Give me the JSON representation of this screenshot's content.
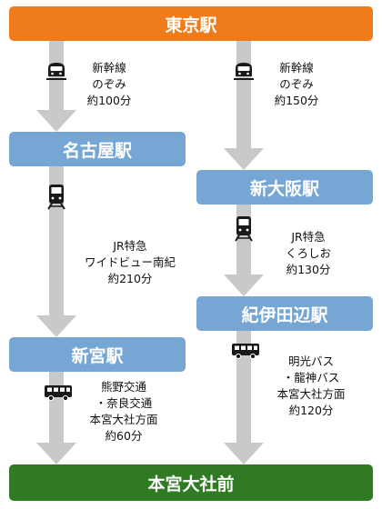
{
  "stations": {
    "tokyo": "東京駅",
    "nagoya": "名古屋駅",
    "shin_osaka": "新大阪駅",
    "shingu": "新宮駅",
    "kii_tanabe": "紀伊田辺駅",
    "hongu": "本宮大社前"
  },
  "legs": {
    "tokyo_nagoya": [
      "新幹線",
      "のぞみ",
      "約100分"
    ],
    "tokyo_osaka": [
      "新幹線",
      "のぞみ",
      "約150分"
    ],
    "nagoya_shingu": [
      "JR特急",
      "ワイドビュー南紀",
      "約210分"
    ],
    "osaka_tanabe": [
      "JR特急",
      "くろしお",
      "約130分"
    ],
    "shingu_hongu": [
      "熊野交通",
      "・奈良交通",
      "本宮大社方面",
      "約60分"
    ],
    "tanabe_hongu": [
      "明光バス",
      "・龍神バス",
      "本宮大社方面",
      "約120分"
    ]
  },
  "icons": {
    "shinkansen": "shinkansen-icon",
    "train": "train-icon",
    "bus": "bus-icon"
  },
  "colors": {
    "start": "#ef7b1a",
    "mid": "#75a6d4",
    "end": "#2f7a23",
    "arrow": "#c9c9c9"
  }
}
